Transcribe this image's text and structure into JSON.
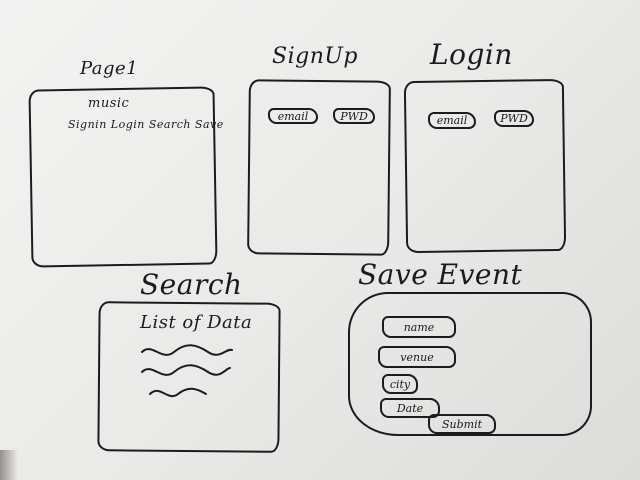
{
  "page1": {
    "title": "Page1",
    "heading": "music",
    "links": "Signin Login Search Save"
  },
  "signup": {
    "title": "SignUp",
    "email": "email",
    "pwd": "PWD"
  },
  "login": {
    "title": "Login",
    "email": "email",
    "pwd": "PWD"
  },
  "search": {
    "title": "Search",
    "list_label": "List of Data"
  },
  "save_event": {
    "title": "Save Event",
    "fields": [
      "name",
      "venue",
      "city",
      "Date"
    ],
    "submit": "Submit"
  }
}
